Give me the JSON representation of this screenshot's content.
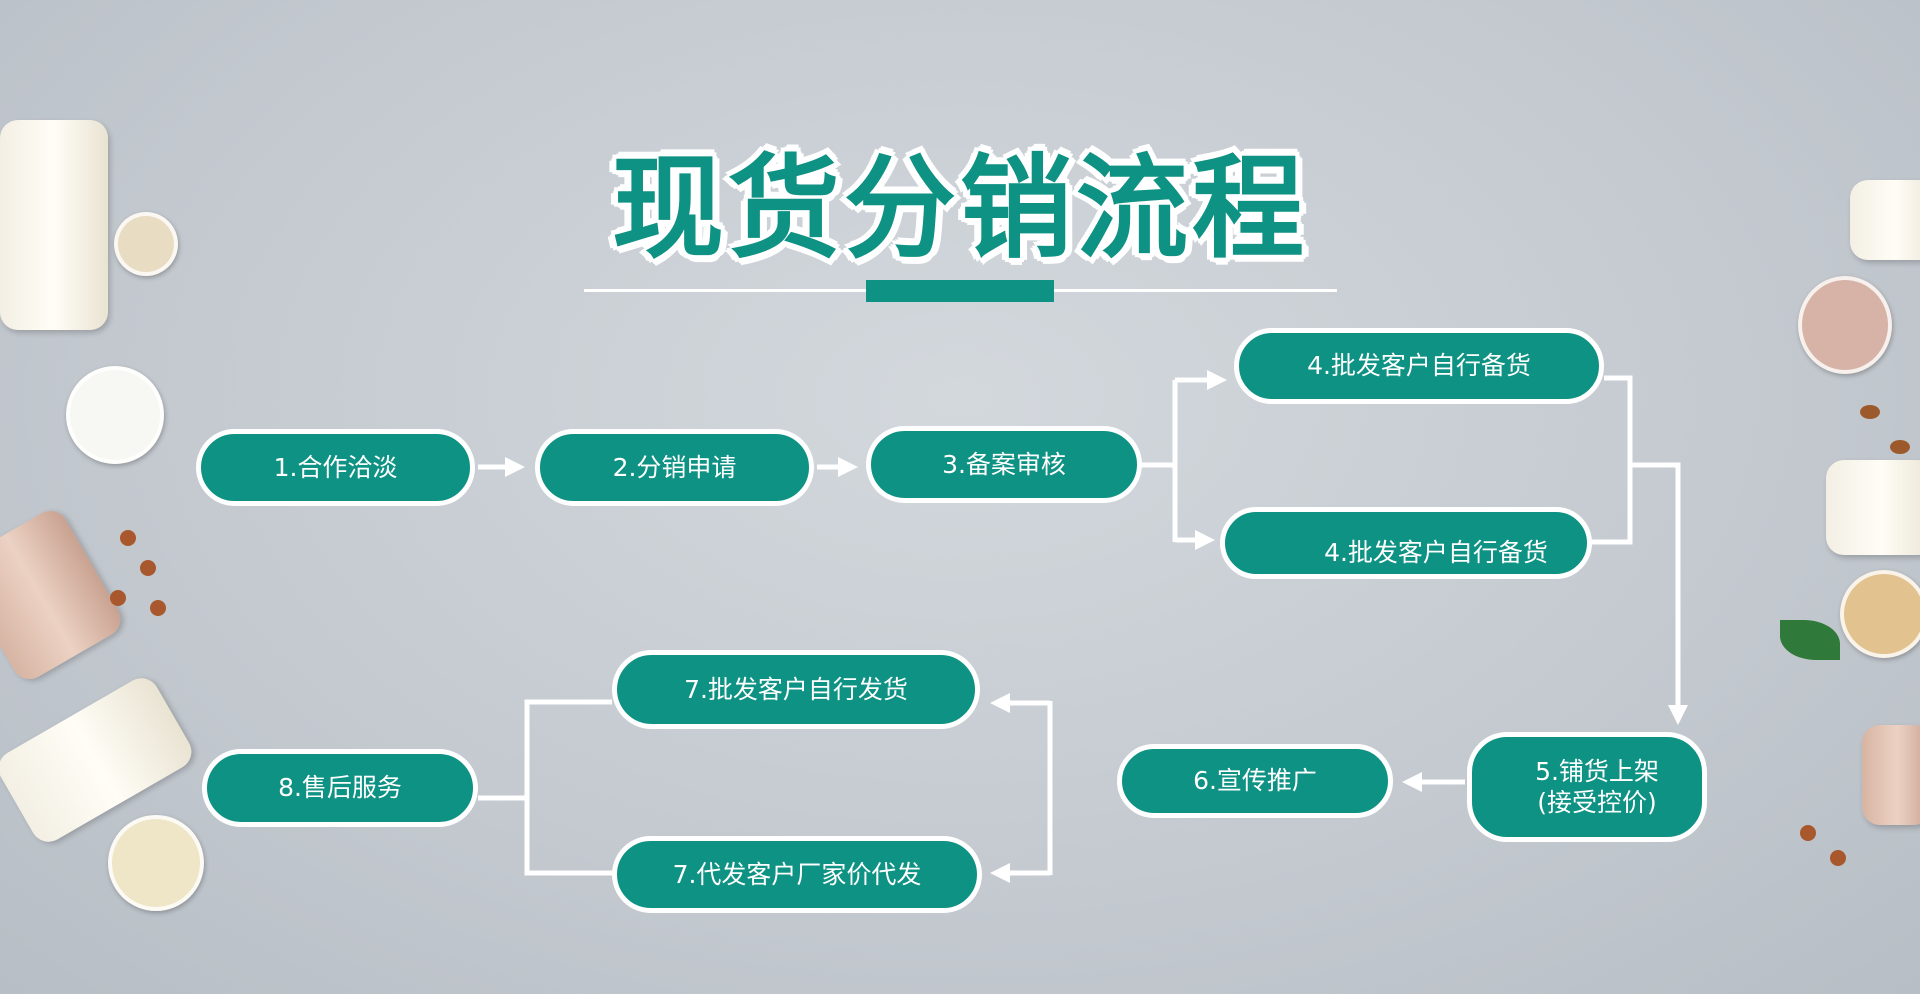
{
  "title": "现货分销流程",
  "steps": {
    "s1": "1.合作洽淡",
    "s2": "2.分销申请",
    "s3": "3.备案审核",
    "s4a": "4.批发客户自行备货",
    "s4b": "4.批发客户自行备货",
    "s5_line1": "5.铺货上架",
    "s5_line2": "(接受控价)",
    "s6": "6.宣传推广",
    "s7a": "7.批发客户自行发货",
    "s7b": "7.代发客户厂家价代发",
    "s8": "8.售后服务"
  },
  "colors": {
    "accent": "#0e9283",
    "connector": "#ffffff"
  }
}
